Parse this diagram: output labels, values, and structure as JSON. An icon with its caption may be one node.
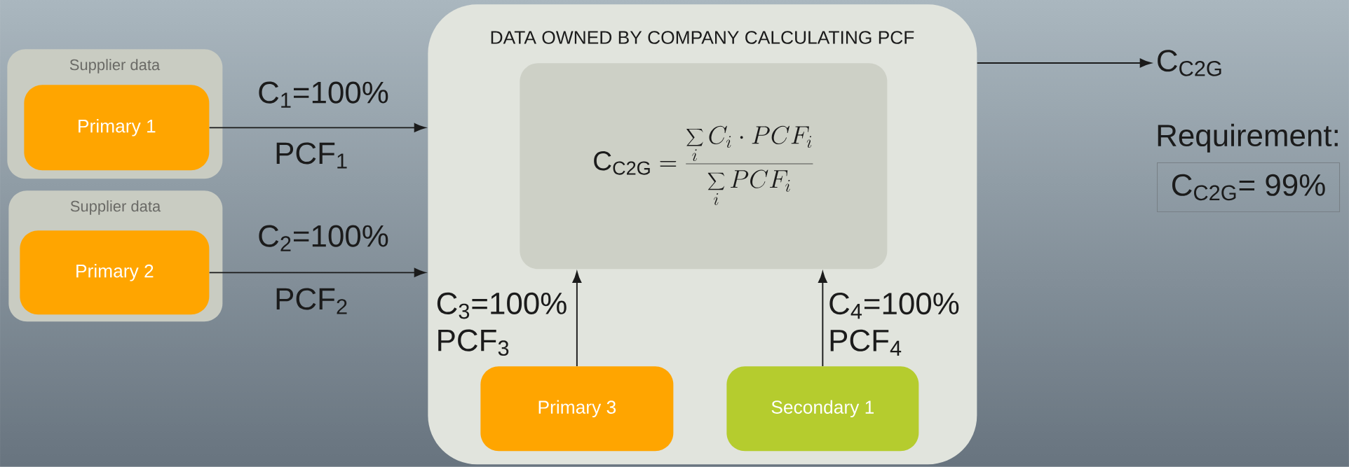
{
  "diagram": {
    "nodes": [
      {
        "text": [
          "Supplier data"
        ]
      },
      {
        "text": [
          "Primary 1"
        ],
        "in": 0
      },
      {
        "text": [
          "Supplier data"
        ]
      },
      {
        "text": [
          "Primary 2"
        ],
        "in": 2
      },
      {
        "text": [
          "DATA OWNED BY COMPANY CALCULATING PCF"
        ]
      },
      {
        "text": [
          "\\mathrm{C}_{\\mathrm{C2G}}= \\frac{\\displaystyle\\sum_i C_i\\cdot PCF_i}{\\displaystyle\\sum_i PCF_i}"
        ],
        "in": 4
      },
      {
        "text": [
          "Primary 3"
        ],
        "in": 4
      },
      {
        "text": [
          "Secondary 1"
        ],
        "in": 4
      },
      {
        "text": [
          "C$_{C2G}$"
        ]
      },
      {
        "text": [
          "Requirement:",
          "C$_{C2G}$= 99%"
        ]
      }
    ],
    "edges": [
      {
        "from": 1,
        "to": 4,
        "arrow": "to",
        "label": "C$_{1}$=100%"
      },
      {
        "from": 3,
        "to": 4,
        "arrow": "to",
        "label": "C$_{2}$=100%"
      },
      {
        "from": 6,
        "to": 5,
        "arrow": "to",
        "label": "C$_{3}$=100% PCF$_{3}$"
      },
      {
        "from": 7,
        "to": 5,
        "arrow": "to",
        "label": "C$_{4}$=100% PCF$_{4}$"
      },
      {
        "from": 4,
        "to": 8,
        "arrow": "to"
      }
    ],
    "labels": [
      "PCF$_{1}$",
      "PCF$_{2}$"
    ]
  }
}
